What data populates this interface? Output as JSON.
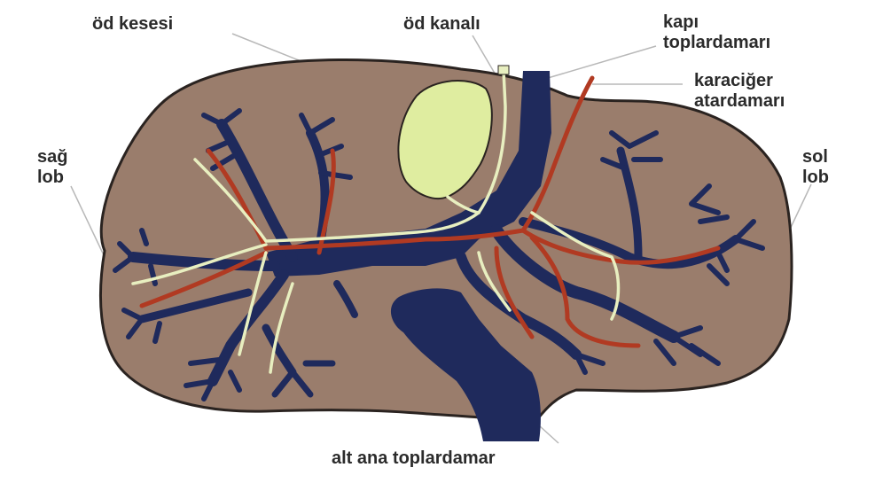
{
  "labels": {
    "od_kesesi": "öd kesesi",
    "od_kanali": "öd kanalı",
    "kapi_toplardamari_1": "kapı",
    "kapi_toplardamari_2": "toplardamarı",
    "karaciger_atardamari_1": "karaciğer",
    "karaciger_atardamari_2": "atardamarı",
    "sag_lob_1": "sağ",
    "sag_lob_2": "lob",
    "sol_lob_1": "sol",
    "sol_lob_2": "lob",
    "alt_ana_toplardamar": "alt ana toplardamar"
  },
  "colors": {
    "liver": "#9a7d6c",
    "liver_outline": "#2a2320",
    "vein": "#1f2a5c",
    "artery": "#b13a22",
    "bile_duct": "#e8efc0",
    "gallbladder": "#dfeda0",
    "leader_line": "#b8b8b8"
  }
}
